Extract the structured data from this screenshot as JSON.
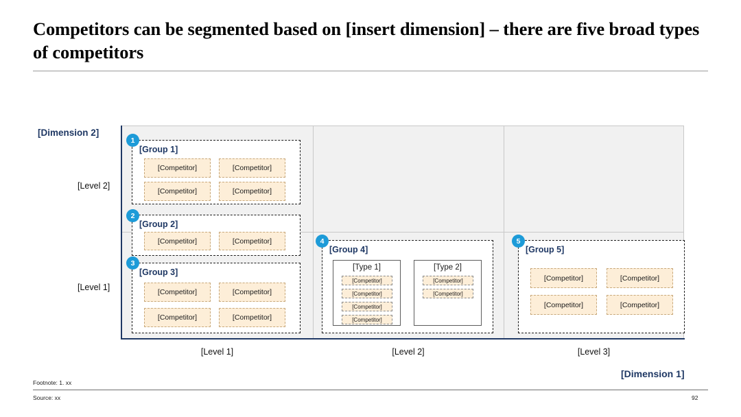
{
  "title": "Competitors can be segmented based on [insert dimension] – there are five broad types of competitors",
  "axes": {
    "y_title": "[Dimension 2]",
    "x_title": "[Dimension 1]",
    "y_ticks": [
      "[Level 2]",
      "[Level 1]"
    ],
    "x_ticks": [
      "[Level 1]",
      "[Level 2]",
      "[Level 3]"
    ]
  },
  "groups": [
    {
      "badge": "1",
      "title": "[Group 1]",
      "competitors": [
        "[Competitor]",
        "[Competitor]",
        "[Competitor]",
        "[Competitor]"
      ]
    },
    {
      "badge": "2",
      "title": "[Group 2]",
      "competitors": [
        "[Competitor]",
        "[Competitor]"
      ]
    },
    {
      "badge": "3",
      "title": "[Group 3]",
      "competitors": [
        "[Competitor]",
        "[Competitor]",
        "[Competitor]",
        "[Competitor]"
      ]
    },
    {
      "badge": "4",
      "title": "[Group 4]",
      "types": [
        {
          "title": "[Type 1]",
          "competitors": [
            "[Competitor]",
            "[Competitor]",
            "[Competitor]",
            "[Competitor]"
          ]
        },
        {
          "title": "[Type 2]",
          "competitors": [
            "[Competitor]",
            "[Competitor]"
          ]
        }
      ]
    },
    {
      "badge": "5",
      "title": "[Group 5]",
      "competitors": [
        "[Competitor]",
        "[Competitor]",
        "[Competitor]",
        "[Competitor]"
      ]
    }
  ],
  "footer": {
    "footnote": "Footnote: 1. xx",
    "source": "Source: xx",
    "page": "92"
  },
  "chart_data": {
    "type": "table",
    "title": "Competitors can be segmented based on [insert dimension] – there are five broad types of competitors",
    "xlabel": "[Dimension 1]",
    "ylabel": "[Dimension 2]",
    "x_categories": [
      "[Level 1]",
      "[Level 2]",
      "[Level 3]"
    ],
    "y_categories": [
      "[Level 1]",
      "[Level 2]"
    ],
    "grid": true,
    "legend": "none",
    "cells": [
      {
        "group": "[Group 1]",
        "badge": 1,
        "x": "[Level 1]",
        "y": "[Level 2]",
        "competitor_count": 4
      },
      {
        "group": "[Group 2]",
        "badge": 2,
        "x": "[Level 1]",
        "y": "[Level 2]/[Level 1] boundary",
        "competitor_count": 2
      },
      {
        "group": "[Group 3]",
        "badge": 3,
        "x": "[Level 1]",
        "y": "[Level 1]",
        "competitor_count": 4
      },
      {
        "group": "[Group 4]",
        "badge": 4,
        "x": "[Level 2]",
        "y": "[Level 1]",
        "competitor_count": 6,
        "subtypes": [
          {
            "name": "[Type 1]",
            "competitor_count": 4
          },
          {
            "name": "[Type 2]",
            "competitor_count": 2
          }
        ]
      },
      {
        "group": "[Group 5]",
        "badge": 5,
        "x": "[Level 3]",
        "y": "[Level 1]",
        "competitor_count": 4
      }
    ],
    "colors": {
      "accent": "#1d9bd8",
      "competitor_fill": "#fdeed8",
      "axis": "#1f3864",
      "plot_bg": "#f1f1f1"
    }
  }
}
